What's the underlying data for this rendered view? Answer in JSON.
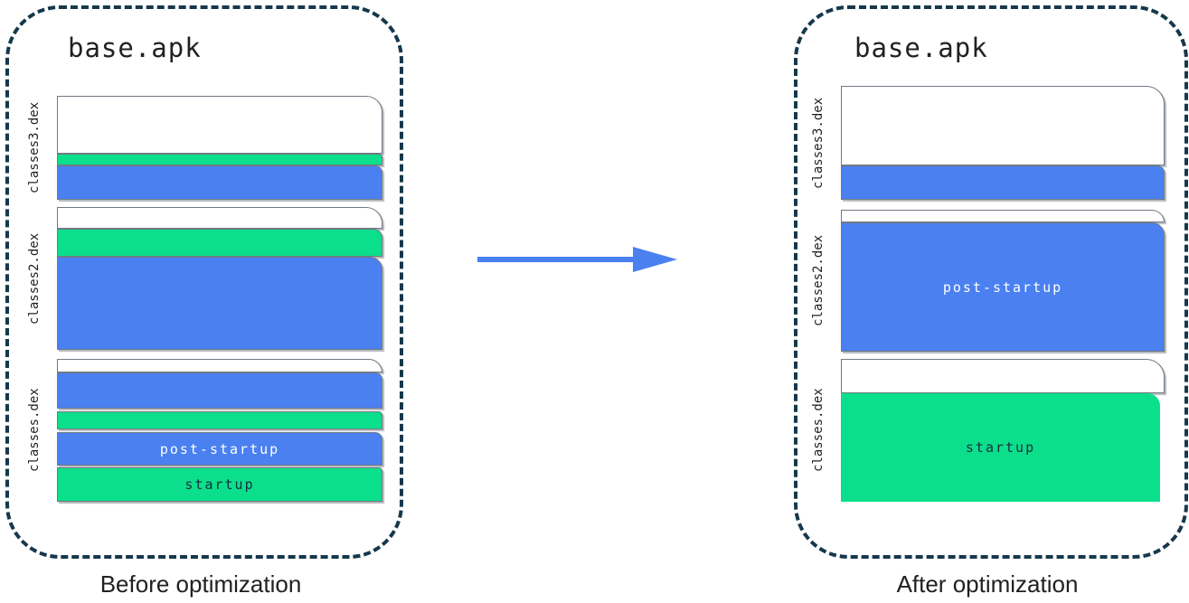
{
  "colors": {
    "post_startup_blue": "#4A80F0",
    "startup_green": "#0BDF8B",
    "container_dash_border": "#16384C",
    "band_outline": "#707A84",
    "text_dark": "#202124",
    "arrow_blue": "#4A80F0"
  },
  "arrow": {
    "direction": "right"
  },
  "before": {
    "title": "base.apk",
    "caption": "Before optimization",
    "files": [
      {
        "name": "classes3.dex",
        "segments": [
          {
            "kind": "other",
            "color": "white"
          },
          {
            "kind": "startup",
            "color": "green"
          },
          {
            "kind": "post-startup",
            "color": "blue"
          }
        ]
      },
      {
        "name": "classes2.dex",
        "segments": [
          {
            "kind": "other",
            "color": "white"
          },
          {
            "kind": "startup",
            "color": "green"
          },
          {
            "kind": "post-startup",
            "color": "blue"
          }
        ]
      },
      {
        "name": "classes.dex",
        "segments": [
          {
            "kind": "other",
            "color": "white"
          },
          {
            "kind": "post-startup",
            "color": "blue"
          },
          {
            "kind": "startup",
            "color": "green"
          },
          {
            "kind": "post-startup",
            "color": "blue",
            "label": "post-startup"
          },
          {
            "kind": "startup",
            "color": "green",
            "label": "startup"
          }
        ]
      }
    ]
  },
  "after": {
    "title": "base.apk",
    "caption": "After optimization",
    "files": [
      {
        "name": "classes3.dex",
        "segments": [
          {
            "kind": "other",
            "color": "white"
          },
          {
            "kind": "post-startup",
            "color": "blue"
          }
        ]
      },
      {
        "name": "classes2.dex",
        "segments": [
          {
            "kind": "other",
            "color": "white"
          },
          {
            "kind": "post-startup",
            "color": "blue",
            "label": "post-startup"
          }
        ]
      },
      {
        "name": "classes.dex",
        "segments": [
          {
            "kind": "other",
            "color": "white"
          },
          {
            "kind": "startup",
            "color": "green",
            "label": "startup"
          }
        ]
      }
    ]
  }
}
